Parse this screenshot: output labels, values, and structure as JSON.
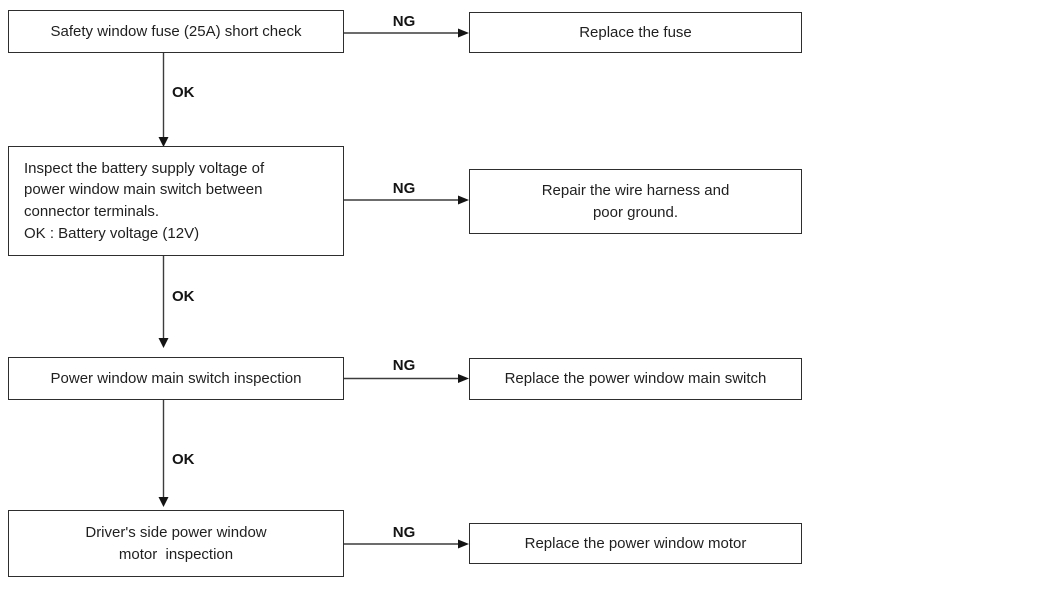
{
  "flowchart": {
    "steps": [
      {
        "check": "Safety window fuse (25A) short check",
        "ng_label": "NG",
        "action": "Replace the fuse",
        "ok_label": "OK"
      },
      {
        "check": "Inspect the battery supply voltage of\npower window main switch between\nconnector terminals.\nOK : Battery voltage (12V)",
        "ng_label": "NG",
        "action": "Repair the wire harness and\npoor ground.",
        "ok_label": "OK"
      },
      {
        "check": "Power window main switch inspection",
        "ng_label": "NG",
        "action": "Replace the power window main switch",
        "ok_label": "OK"
      },
      {
        "check": "Driver's side power window\nmotor  inspection",
        "ng_label": "NG",
        "action": "Replace the power window motor"
      }
    ]
  }
}
